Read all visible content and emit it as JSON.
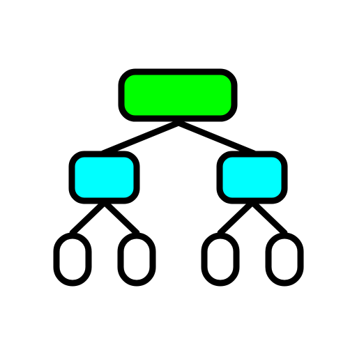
{
  "diagram": {
    "type": "tree",
    "colors": {
      "stroke": "#000000",
      "root_fill": "#00ff00",
      "level1_fill": "#00ffff",
      "leaf_fill": "#ffffff",
      "background": "#ffffff"
    },
    "nodes": [
      {
        "id": "root",
        "label": "",
        "level": 0,
        "shape": "rounded-rect"
      },
      {
        "id": "left-child",
        "label": "",
        "level": 1,
        "shape": "rounded-rect",
        "parent": "root"
      },
      {
        "id": "right-child",
        "label": "",
        "level": 1,
        "shape": "rounded-rect",
        "parent": "root"
      },
      {
        "id": "leaf-1",
        "label": "",
        "level": 2,
        "shape": "pill",
        "parent": "left-child"
      },
      {
        "id": "leaf-2",
        "label": "",
        "level": 2,
        "shape": "pill",
        "parent": "left-child"
      },
      {
        "id": "leaf-3",
        "label": "",
        "level": 2,
        "shape": "pill",
        "parent": "right-child"
      },
      {
        "id": "leaf-4",
        "label": "",
        "level": 2,
        "shape": "pill",
        "parent": "right-child"
      }
    ]
  }
}
